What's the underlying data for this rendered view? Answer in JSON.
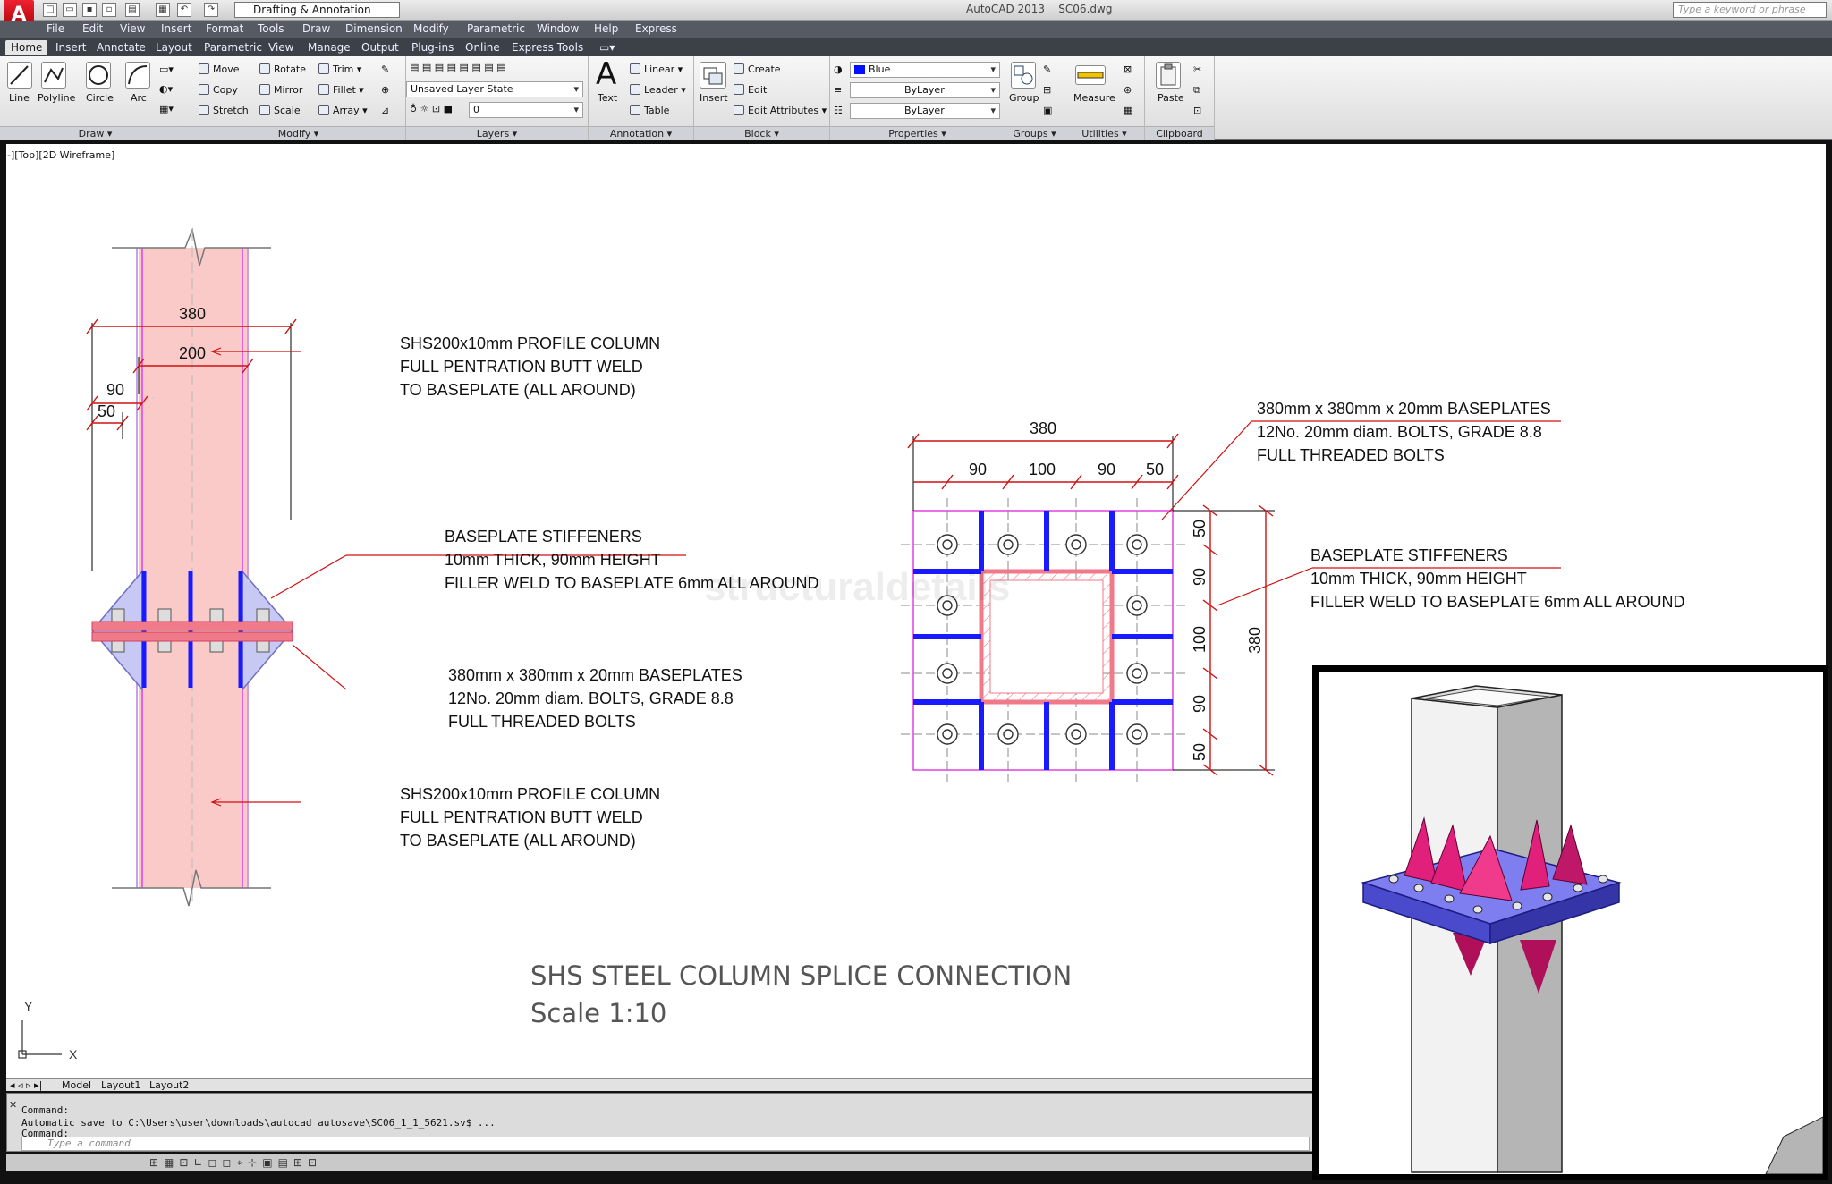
{
  "app": {
    "logo": "A",
    "workspace": "Drafting & Annotation",
    "title": "AutoCAD 2013    SC06.dwg",
    "search_placeholder": "Type a keyword or phrase"
  },
  "menu": [
    "File",
    "Edit",
    "View",
    "Insert",
    "Format",
    "Tools",
    "Draw",
    "Dimension",
    "Modify",
    "Parametric",
    "Window",
    "Help",
    "Express"
  ],
  "tabs": [
    "Home",
    "Insert",
    "Annotate",
    "Layout",
    "Parametric",
    "View",
    "Manage",
    "Output",
    "Plug-ins",
    "Online",
    "Express Tools"
  ],
  "ribbon": {
    "draw": {
      "title": "Draw",
      "line": "Line",
      "polyline": "Polyline",
      "circle": "Circle",
      "arc": "Arc"
    },
    "modify": {
      "title": "Modify",
      "move": "Move",
      "rotate": "Rotate",
      "trim": "Trim",
      "copy": "Copy",
      "mirror": "Mirror",
      "fillet": "Fillet",
      "stretch": "Stretch",
      "scale": "Scale",
      "array": "Array"
    },
    "layers": {
      "title": "Layers",
      "state": "Unsaved Layer State",
      "current": "0"
    },
    "annotation": {
      "title": "Annotation",
      "text": "Text",
      "linear": "Linear",
      "leader": "Leader",
      "table": "Table"
    },
    "block": {
      "title": "Block",
      "insert": "Insert",
      "create": "Create",
      "edit": "Edit",
      "edit_attributes": "Edit Attributes"
    },
    "properties": {
      "title": "Properties",
      "color": "Blue",
      "linetype": "ByLayer",
      "lineweight": "ByLayer"
    },
    "groups": {
      "title": "Groups",
      "group": "Group"
    },
    "utilities": {
      "title": "Utilities",
      "measure": "Measure"
    },
    "clipboard": {
      "title": "Clipboard",
      "paste": "Paste"
    }
  },
  "viewport_label": "-][Top][2D Wireframe]",
  "drawing": {
    "title": "SHS STEEL COLUMN SPLICE CONNECTION",
    "scale": "Scale 1:10",
    "watermark": "structuraldetails",
    "left_dims": {
      "d380": "380",
      "d200": "200",
      "d90": "90",
      "d50": "50"
    },
    "top_note": [
      "SHS200x10mm PROFILE COLUMN",
      "FULL PENTRATION BUTT WELD",
      "TO BASEPLATE (ALL AROUND)"
    ],
    "stiff_note": [
      "BASEPLATE STIFFENERS",
      "10mm THICK, 90mm HEIGHT",
      "FILLER WELD TO BASEPLATE 6mm ALL AROUND"
    ],
    "plate_note": [
      "380mm x 380mm x 20mm BASEPLATES",
      "12No. 20mm  diam.  BOLTS, GRADE 8.8",
      "FULL THREADED BOLTS"
    ],
    "bottom_note": [
      "SHS200x10mm PROFILE COLUMN",
      "FULL PENTRATION BUTT WELD",
      "TO BASEPLATE (ALL AROUND)"
    ],
    "plan_dims_top": {
      "total": "380",
      "a": "90",
      "b": "100",
      "c": "90",
      "d": "50"
    },
    "plan_dims_right": {
      "total": "380",
      "a": "50",
      "b": "90",
      "c": "100",
      "d": "90",
      "e": "50"
    },
    "plan_plate_note": [
      "380mm x 380mm x 20mm BASEPLATES",
      "12No. 20mm  diam.  BOLTS, GRADE 8.8",
      "FULL THREADED BOLTS"
    ],
    "plan_stiff_note": [
      "BASEPLATE STIFFENERS",
      "10mm THICK, 90mm HEIGHT",
      "FILLER WELD TO BASEPLATE 6mm ALL AROUND"
    ],
    "ucs": {
      "y": "Y",
      "x": "X"
    }
  },
  "layout_tabs": [
    "Model",
    "Layout1",
    "Layout2"
  ],
  "command": {
    "line1": "Command:",
    "line2": "Automatic save to C:\\Users\\user\\downloads\\autocad autosave\\SC06_1_1_5621.sv$ ...",
    "line3": "Command:",
    "placeholder": "Type a command"
  },
  "colors": {
    "column": "#f9c9c6",
    "stiffener": "#1a1aff",
    "plate": "#f07a8a",
    "magenta": "#e040e0",
    "dim": "#d01010"
  }
}
